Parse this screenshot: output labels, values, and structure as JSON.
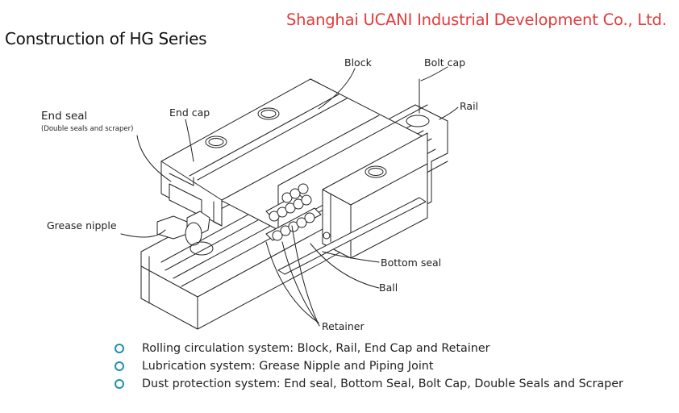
{
  "header": {
    "company": "Shanghai UCANI Industrial Development Co., Ltd.",
    "title": "Construction of HG Series"
  },
  "labels": {
    "block": "Block",
    "bolt_cap": "Bolt cap",
    "rail": "Rail",
    "end_seal": "End seal",
    "end_seal_note": "(Double seals and scraper)",
    "end_cap": "End cap",
    "grease_nipple": "Grease nipple",
    "bottom_seal": "Bottom seal",
    "ball": "Ball",
    "retainer": "Retainer"
  },
  "bullets": [
    {
      "text": "Rolling circulation system: Block, Rail, End Cap and Retainer"
    },
    {
      "text": "Lubrication system: Grease Nipple and Piping Joint"
    },
    {
      "text": "Dust protection system: End seal, Bottom Seal, Bolt Cap, Double Seals and Scraper"
    }
  ],
  "colors": {
    "company": "#e33b3b",
    "bullet": "#1f8fb0",
    "line": "#222222"
  }
}
